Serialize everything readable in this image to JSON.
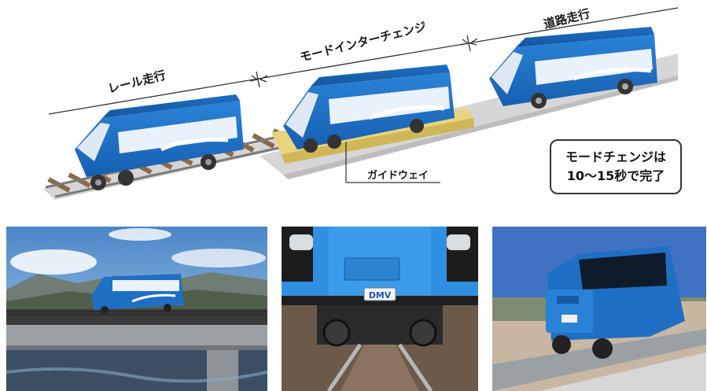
{
  "diagram": {
    "stages": {
      "rail": "レール走行",
      "mode_interchange": "モードインターチェンジ",
      "road": "道路走行"
    },
    "guideway_label": "ガイドウェイ",
    "note": {
      "line1": "モードチェンジは",
      "line2": "10〜15秒で完了"
    }
  },
  "photos": {
    "underside_plate": "DMV"
  },
  "colors": {
    "bus_blue": "#1f6fc4",
    "bus_dark": "#0f3f7a",
    "rail_sleeper": "#8a6a4a",
    "guideway": "#e7d37a",
    "road": "#d9d9d9"
  }
}
